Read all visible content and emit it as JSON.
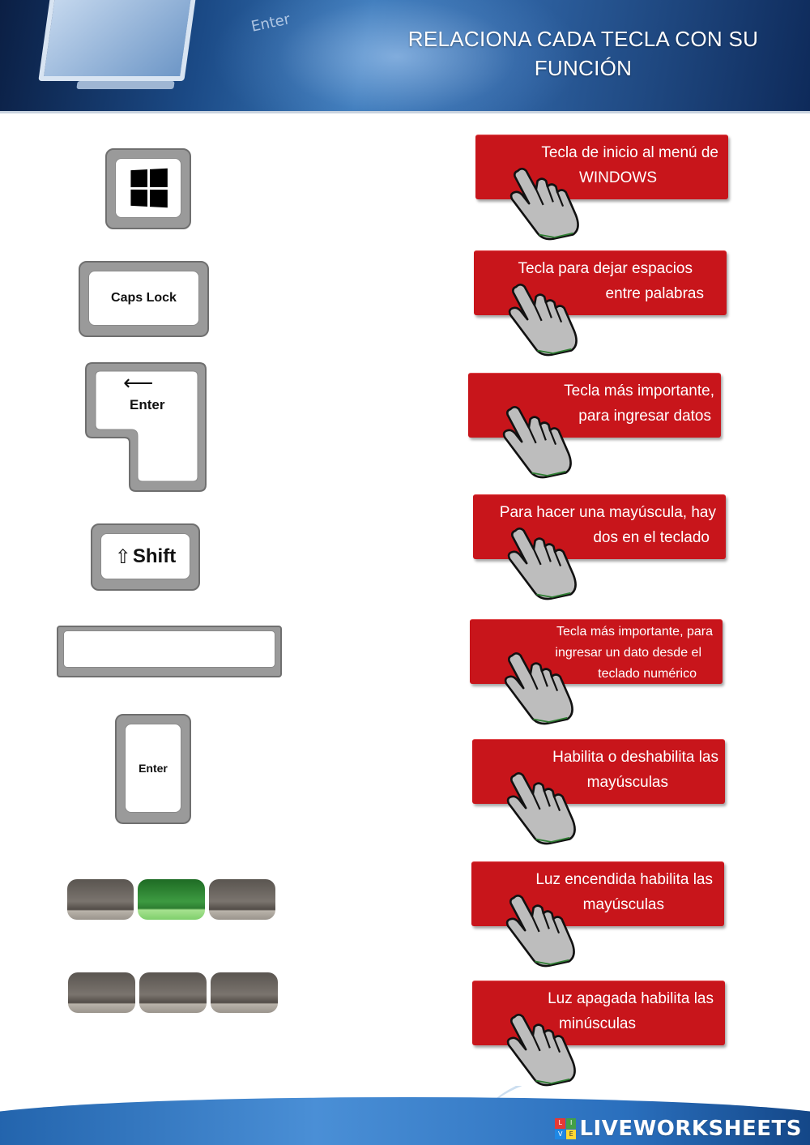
{
  "header": {
    "title_line1": "RELACIONA CADA TECLA CON SU",
    "title_line2": "FUNCIÓN",
    "ghost_text": "Enter"
  },
  "keys": {
    "windows": {
      "icon": "windows-logo-icon"
    },
    "caps_lock": {
      "label": "Caps Lock"
    },
    "enter_main": {
      "label": "Enter",
      "icon": "enter-arrow-icon"
    },
    "shift": {
      "label": "Shift",
      "glyph": "⇧"
    },
    "space": {},
    "enter_numpad": {
      "label": "Enter"
    },
    "led_row_1": {
      "leds": [
        "off",
        "on",
        "off"
      ]
    },
    "led_row_2": {
      "leds": [
        "off",
        "off",
        "off"
      ]
    }
  },
  "functions": [
    {
      "line1": "Tecla de inicio al menú de",
      "line2": "WINDOWS",
      "line3": ""
    },
    {
      "line1": "Tecla para dejar espacios",
      "line2": "entre palabras",
      "line3": ""
    },
    {
      "line1": "Tecla más importante,",
      "line2": "para ingresar datos",
      "line3": ""
    },
    {
      "line1": "Para hacer una mayúscula, hay",
      "line2": "dos en el teclado",
      "line3": ""
    },
    {
      "line1": "Tecla más importante, para",
      "line2": "ingresar un dato desde el",
      "line3": "teclado numérico"
    },
    {
      "line1": "Habilita o deshabilita las",
      "line2": "mayúsculas",
      "line3": ""
    },
    {
      "line1": "Luz encendida habilita las",
      "line2": "mayúsculas",
      "line3": ""
    },
    {
      "line1": "Luz apagada habilita las",
      "line2": "minúsculas",
      "line3": ""
    }
  ],
  "footer": {
    "brand_name": "LIVEWORKSHEETS",
    "logo_letters": [
      "L",
      "I",
      "V",
      "E"
    ]
  },
  "colors": {
    "function_box": "#c8151b",
    "led_on": "#3d9a41",
    "header_dark": "#0b1f44"
  }
}
